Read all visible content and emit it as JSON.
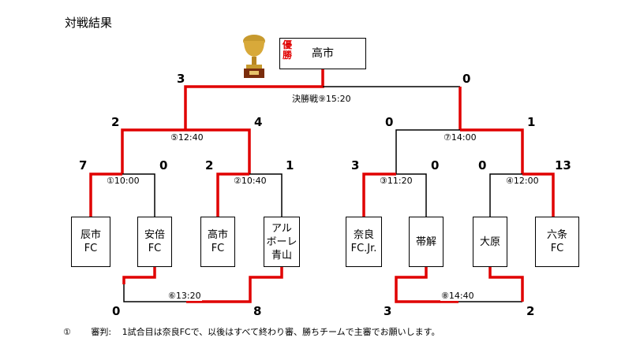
{
  "title": "対戦結果",
  "final": {
    "label": "決勝戦⑨15:20",
    "score_left": "3",
    "score_right": "0"
  },
  "winner": {
    "badge": "優\n勝",
    "team": "高市"
  },
  "semis": [
    {
      "label": "⑤12:40",
      "score_left": "2",
      "score_right": "4"
    },
    {
      "label": "⑦14:00",
      "score_left": "0",
      "score_right": "1"
    }
  ],
  "first_round": [
    {
      "label": "①10:00",
      "score_left": "7",
      "score_right": "0"
    },
    {
      "label": "②10:40",
      "score_left": "2",
      "score_right": "1"
    },
    {
      "label": "③11:20",
      "score_left": "3",
      "score_right": "0"
    },
    {
      "label": "④12:00",
      "score_left": "0",
      "score_right": "13"
    }
  ],
  "consolation": [
    {
      "label": "⑥13:20",
      "score_left": "0",
      "score_right": "8"
    },
    {
      "label": "⑧14:40",
      "score_left": "3",
      "score_right": "2"
    }
  ],
  "teams": [
    {
      "name": "辰市\nFC"
    },
    {
      "name": "安倍\nFC"
    },
    {
      "name": "高市\nFC"
    },
    {
      "name": "アル\nボーレ\n青山"
    },
    {
      "name": "奈良\nFC.Jr."
    },
    {
      "name": "帯解"
    },
    {
      "name": "大原"
    },
    {
      "name": "六条\nFC"
    }
  ],
  "footer": {
    "mark": "①",
    "label": "審判:",
    "text": "1試合目は奈良FCで、以後はすべて終わり審、勝ちチームで主審でお願いします。"
  }
}
